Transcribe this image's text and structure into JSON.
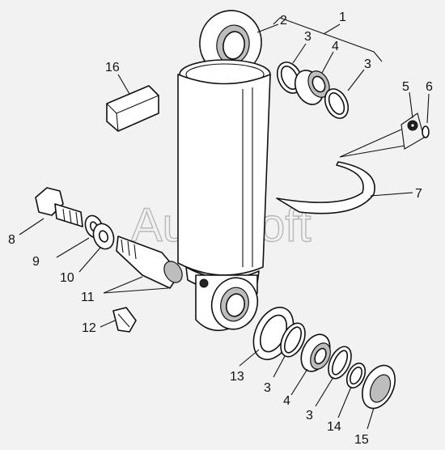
{
  "watermark": "AutoSoft",
  "callouts": [
    {
      "id": "c1",
      "text": "1"
    },
    {
      "id": "c2",
      "text": "2"
    },
    {
      "id": "c3a",
      "text": "3"
    },
    {
      "id": "c4a",
      "text": "4"
    },
    {
      "id": "c3b",
      "text": "3"
    },
    {
      "id": "c5",
      "text": "5"
    },
    {
      "id": "c6",
      "text": "6"
    },
    {
      "id": "c16",
      "text": "16"
    },
    {
      "id": "c7",
      "text": "7"
    },
    {
      "id": "c8",
      "text": "8"
    },
    {
      "id": "c9",
      "text": "9"
    },
    {
      "id": "c10",
      "text": "10"
    },
    {
      "id": "c11",
      "text": "11"
    },
    {
      "id": "c12",
      "text": "12"
    },
    {
      "id": "c13",
      "text": "13"
    },
    {
      "id": "c3c",
      "text": "3"
    },
    {
      "id": "c4b",
      "text": "4"
    },
    {
      "id": "c3d",
      "text": "3"
    },
    {
      "id": "c14",
      "text": "14"
    },
    {
      "id": "c15",
      "text": "15"
    }
  ]
}
